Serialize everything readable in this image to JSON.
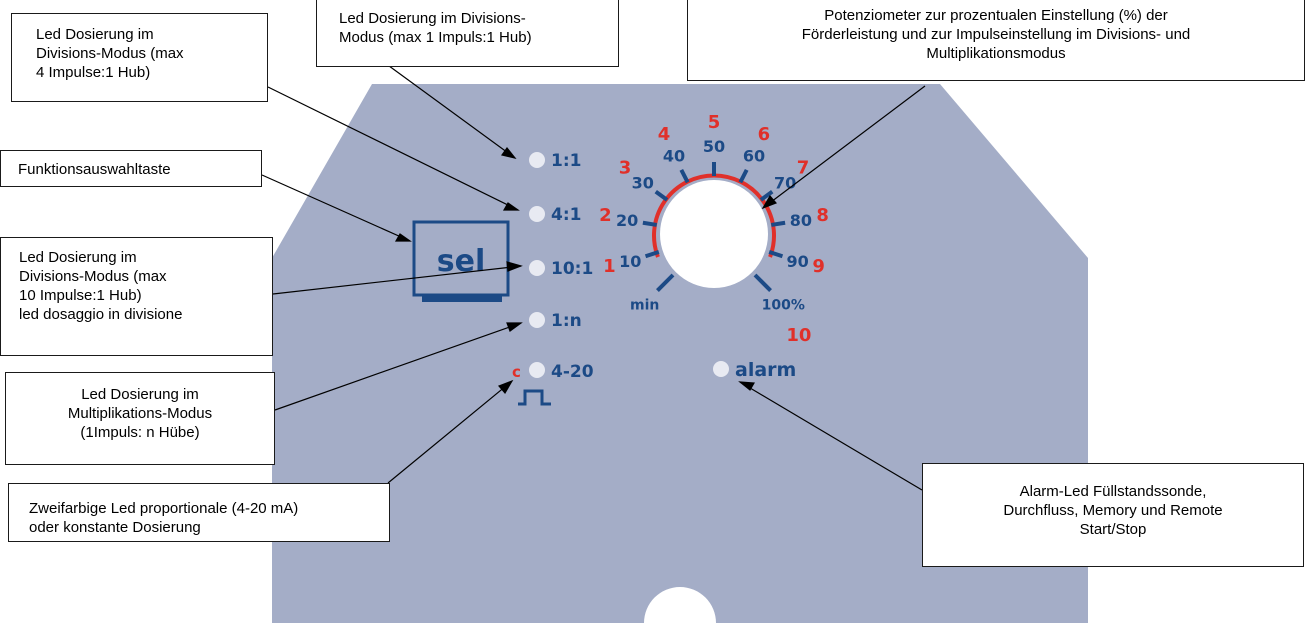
{
  "callouts": {
    "div4": "Led Dosierung im\nDivisions-Modus (max\n4 Impulse:1 Hub)",
    "div1": "Led Dosierung im Divisions-\nModus (max 1 Impuls:1 Hub)",
    "poti": "Potenziometer zur prozentualen Einstellung (%) der\nFörderleistung und zur Impulseinstellung im Divisions- und\nMultiplikationsmodus",
    "func": "Funktionsauswahltaste",
    "div10": "Led Dosierung im\nDivisions-Modus (max\n10 Impulse:1 Hub)\nled dosaggio in divisione",
    "mult": "Led Dosierung im\nMultiplikations-Modus\n(1Impuls: n Hübe)",
    "bicolor": "Zweifarbige Led proportionale (4-20 mA)\noder konstante Dosierung",
    "alarm": "Alarm-Led Füllstandssonde,\nDurchfluss, Memory und Remote\nStart/Stop"
  },
  "panel": {
    "sel_label": "sel",
    "leds": [
      {
        "label": "1:1"
      },
      {
        "label": "4:1"
      },
      {
        "label": "10:1"
      },
      {
        "label": "1:n"
      },
      {
        "label": "4-20"
      }
    ],
    "c_label": "c",
    "alarm_label": "alarm",
    "dial": {
      "scale_blue": [
        "min",
        "10",
        "20",
        "30",
        "40",
        "50",
        "60",
        "70",
        "80",
        "90",
        "100%"
      ],
      "scale_red": [
        "1",
        "2",
        "3",
        "4",
        "5",
        "6",
        "7",
        "8",
        "9",
        "10"
      ]
    }
  },
  "colors": {
    "panel": "#a4adc7",
    "text_blue": "#1c4a86",
    "accent_red": "#e0302a",
    "led": "#e8eaf2"
  }
}
